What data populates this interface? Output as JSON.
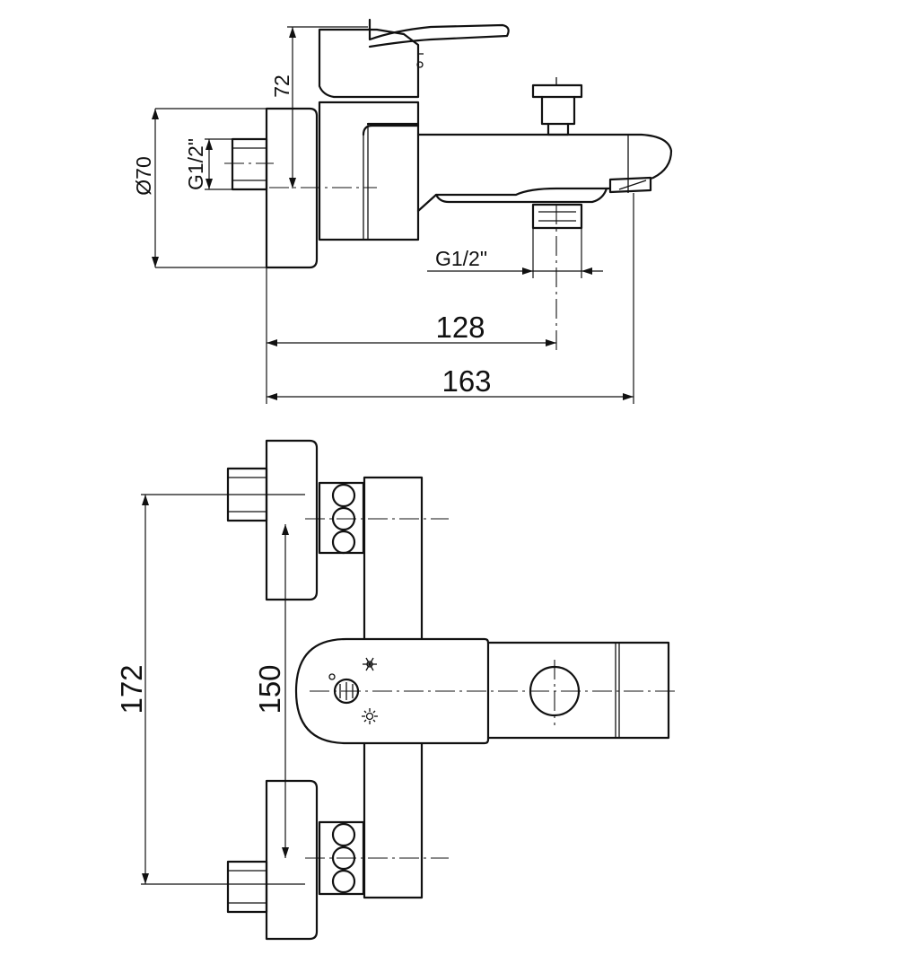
{
  "drawing": {
    "side_view": {
      "height_72": "72",
      "diameter_70": "Ø70",
      "inlet_thread": "G1/2\"",
      "shower_thread": "G1/2\"",
      "length_128": "128",
      "length_163": "163"
    },
    "top_view": {
      "overall_172": "172",
      "centers_150": "150"
    },
    "icons": {
      "cold_symbol": "snowflake-icon",
      "hot_symbol": "sun-icon",
      "cartridge_symbol": "cartridge-icon"
    }
  }
}
